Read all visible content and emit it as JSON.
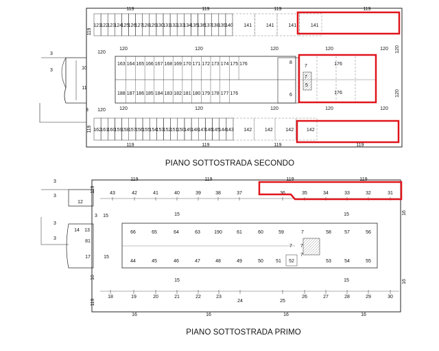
{
  "floor2": {
    "title": "PIANO SOTTOSTRADA SECONDO",
    "top_row": [
      "121",
      "122",
      "123",
      "124",
      "125",
      "126",
      "127",
      "128",
      "129",
      "130",
      "131",
      "132",
      "133",
      "134",
      "135",
      "136",
      "137",
      "138",
      "139",
      "140"
    ],
    "top_row_big": [
      "141",
      "141",
      "141",
      "141"
    ],
    "upper_mid_row": [
      "163",
      "164",
      "165",
      "166",
      "167",
      "168",
      "169",
      "170",
      "171",
      "172",
      "173",
      "174",
      "175",
      "176"
    ],
    "lower_mid_row": [
      "188",
      "187",
      "186",
      "185",
      "184",
      "183",
      "182",
      "181",
      "180",
      "179",
      "178",
      "177",
      "176"
    ],
    "bottom_row": [
      "162",
      "161",
      "160",
      "159",
      "158",
      "157",
      "156",
      "155",
      "154",
      "153",
      "152",
      "151",
      "150",
      "149",
      "148",
      "147",
      "146",
      "145",
      "144",
      "143"
    ],
    "bottom_row_big": [
      "142",
      "142",
      "142",
      "142"
    ],
    "right_block_labels": [
      "176",
      "176"
    ],
    "width_labels": [
      "119",
      "120"
    ],
    "misc": [
      "10",
      "11",
      "3",
      "8",
      "7",
      "6",
      "5",
      "4",
      "175",
      "177",
      "179",
      "178"
    ]
  },
  "floor1": {
    "title": "PIANO SOTTOSTRADA PRIMO",
    "top_row": [
      "43",
      "42",
      "41",
      "40",
      "39",
      "38",
      "37",
      "36",
      "35",
      "34",
      "33",
      "32",
      "31"
    ],
    "mid_top": [
      "66",
      "65",
      "64",
      "63",
      "190",
      "61",
      "60",
      "59",
      "7",
      "58",
      "57",
      "56"
    ],
    "mid_bottom": [
      "44",
      "45",
      "46",
      "47",
      "48",
      "49",
      "50",
      "51",
      "52",
      "53",
      "54",
      "55"
    ],
    "bottom_row": [
      "18",
      "19",
      "20",
      "21",
      "22",
      "23",
      "24",
      "25",
      "26",
      "27",
      "28",
      "29",
      "30"
    ],
    "width_labels": [
      "119",
      "15",
      "16"
    ],
    "misc": [
      "12",
      "13",
      "14",
      "81",
      "17",
      "3"
    ]
  }
}
